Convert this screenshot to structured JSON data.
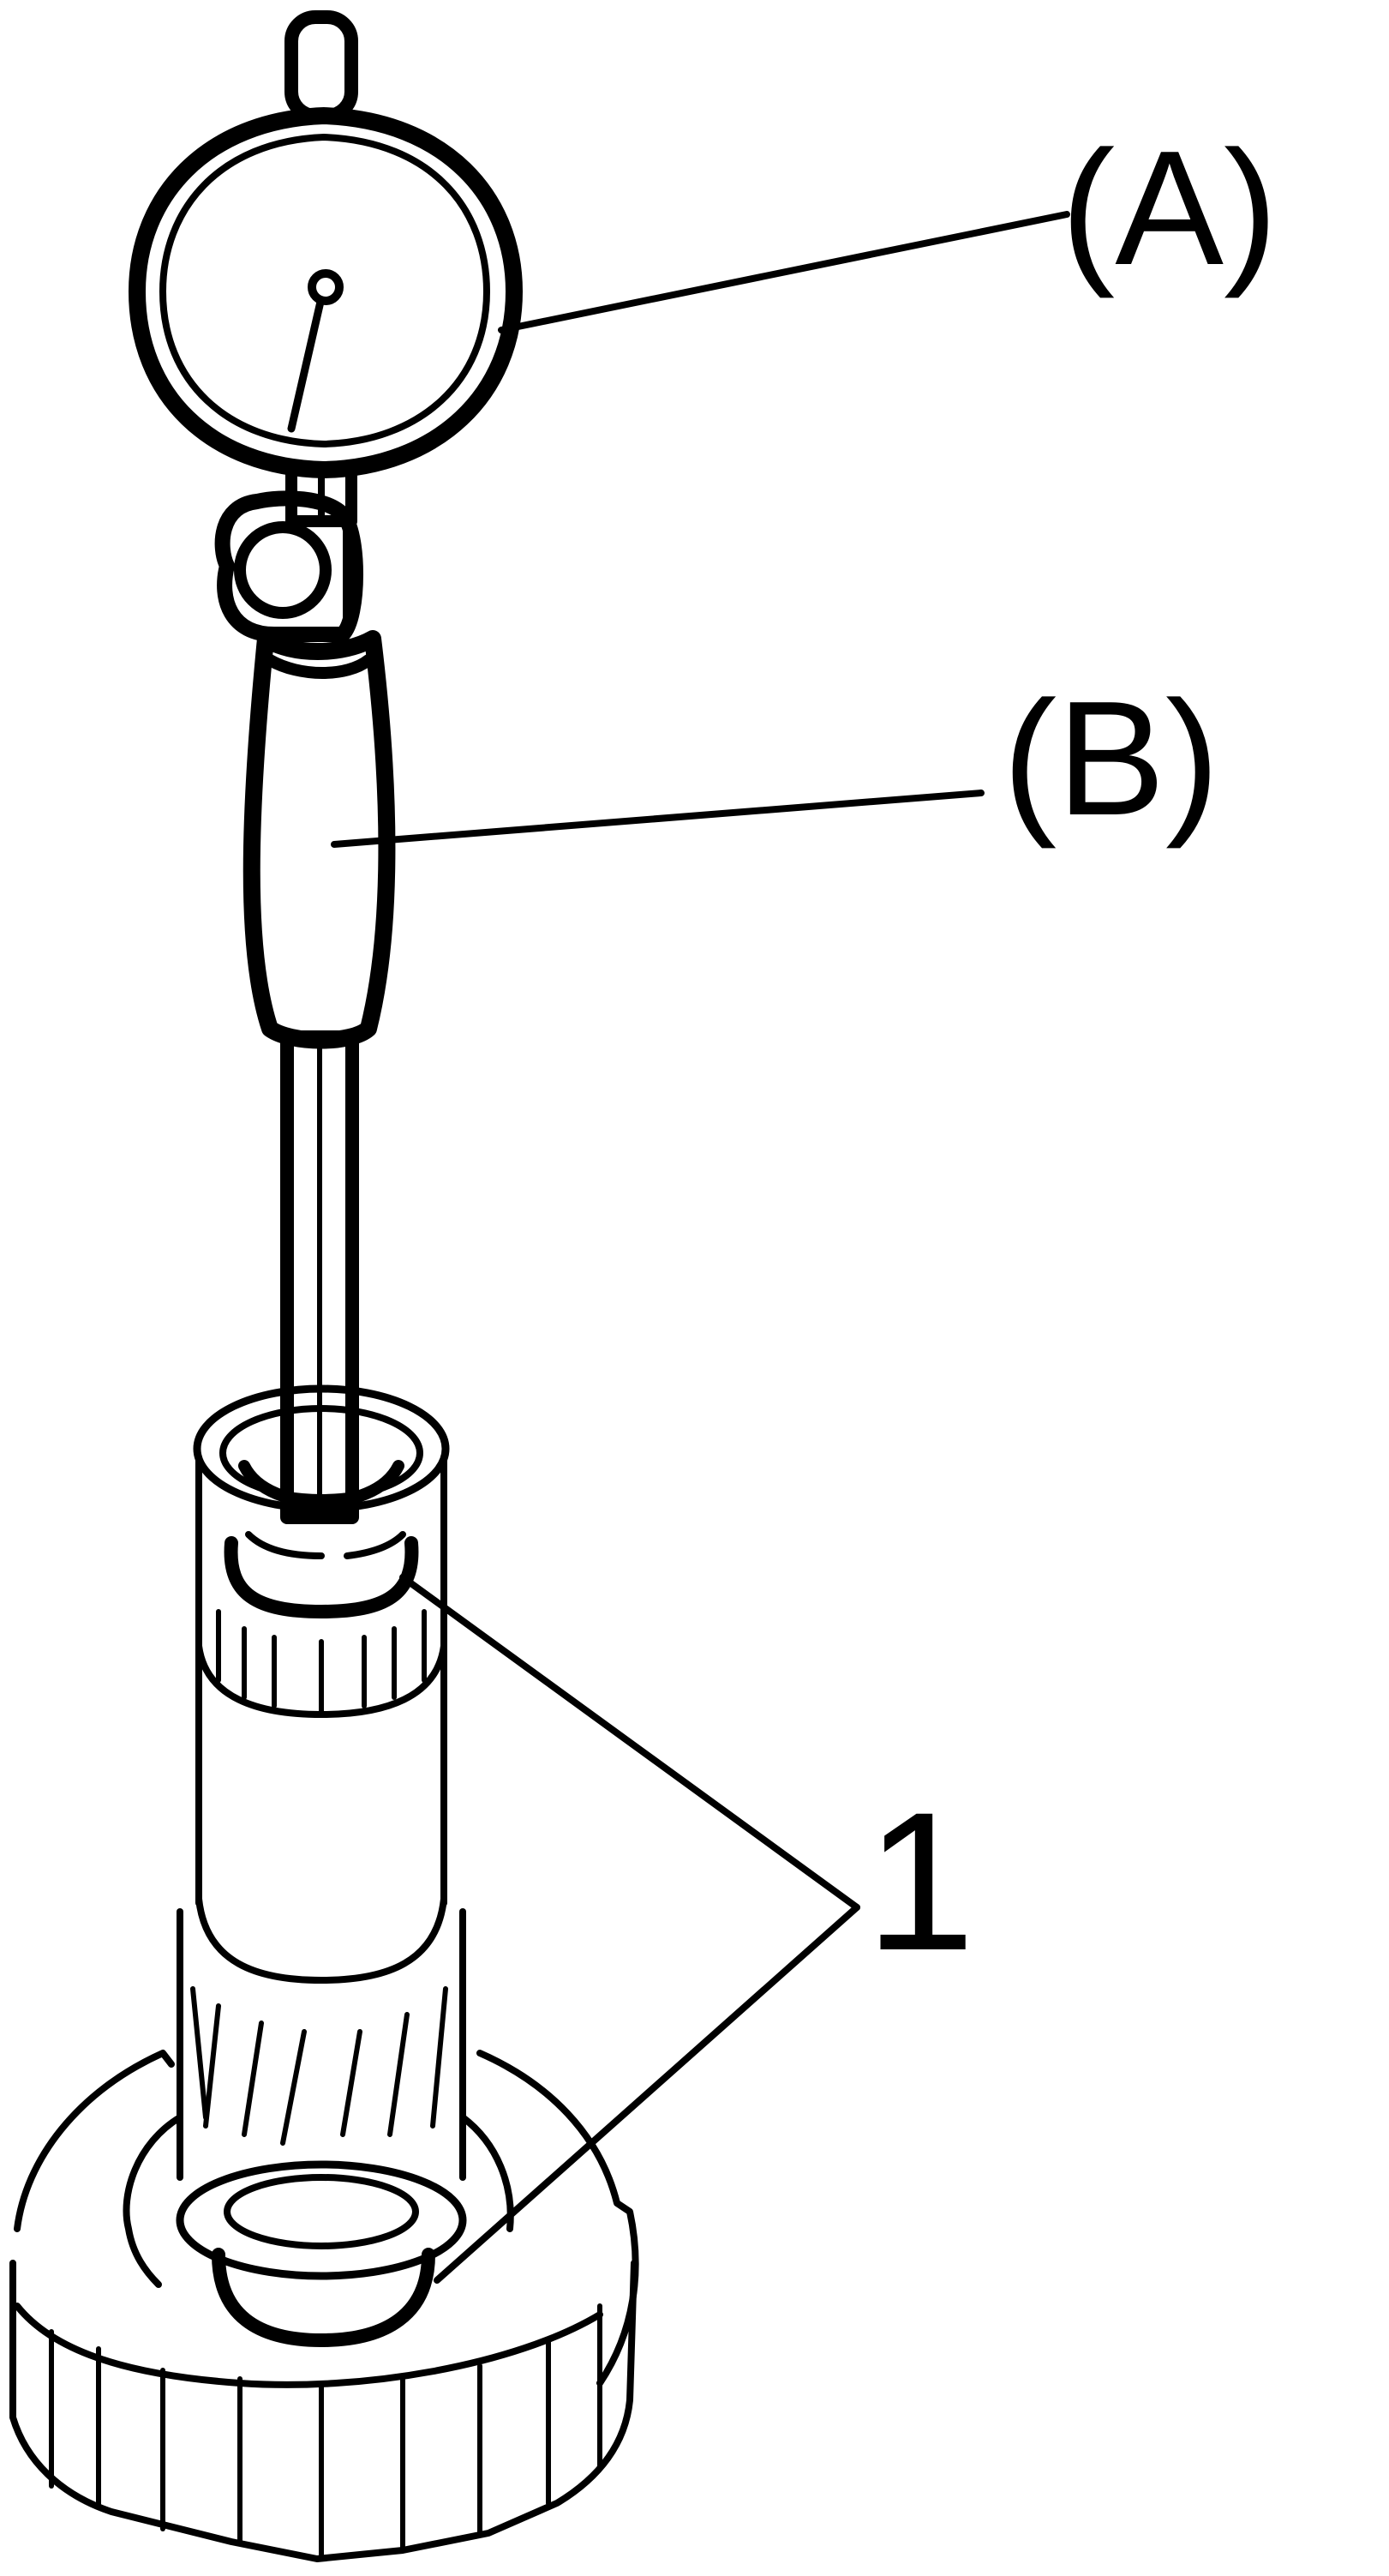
{
  "labels": {
    "dial_gauge": "(A)",
    "gauge_holder": "(B)",
    "part_number": "1"
  },
  "colors": {
    "line": "#000000",
    "background": "#ffffff"
  }
}
